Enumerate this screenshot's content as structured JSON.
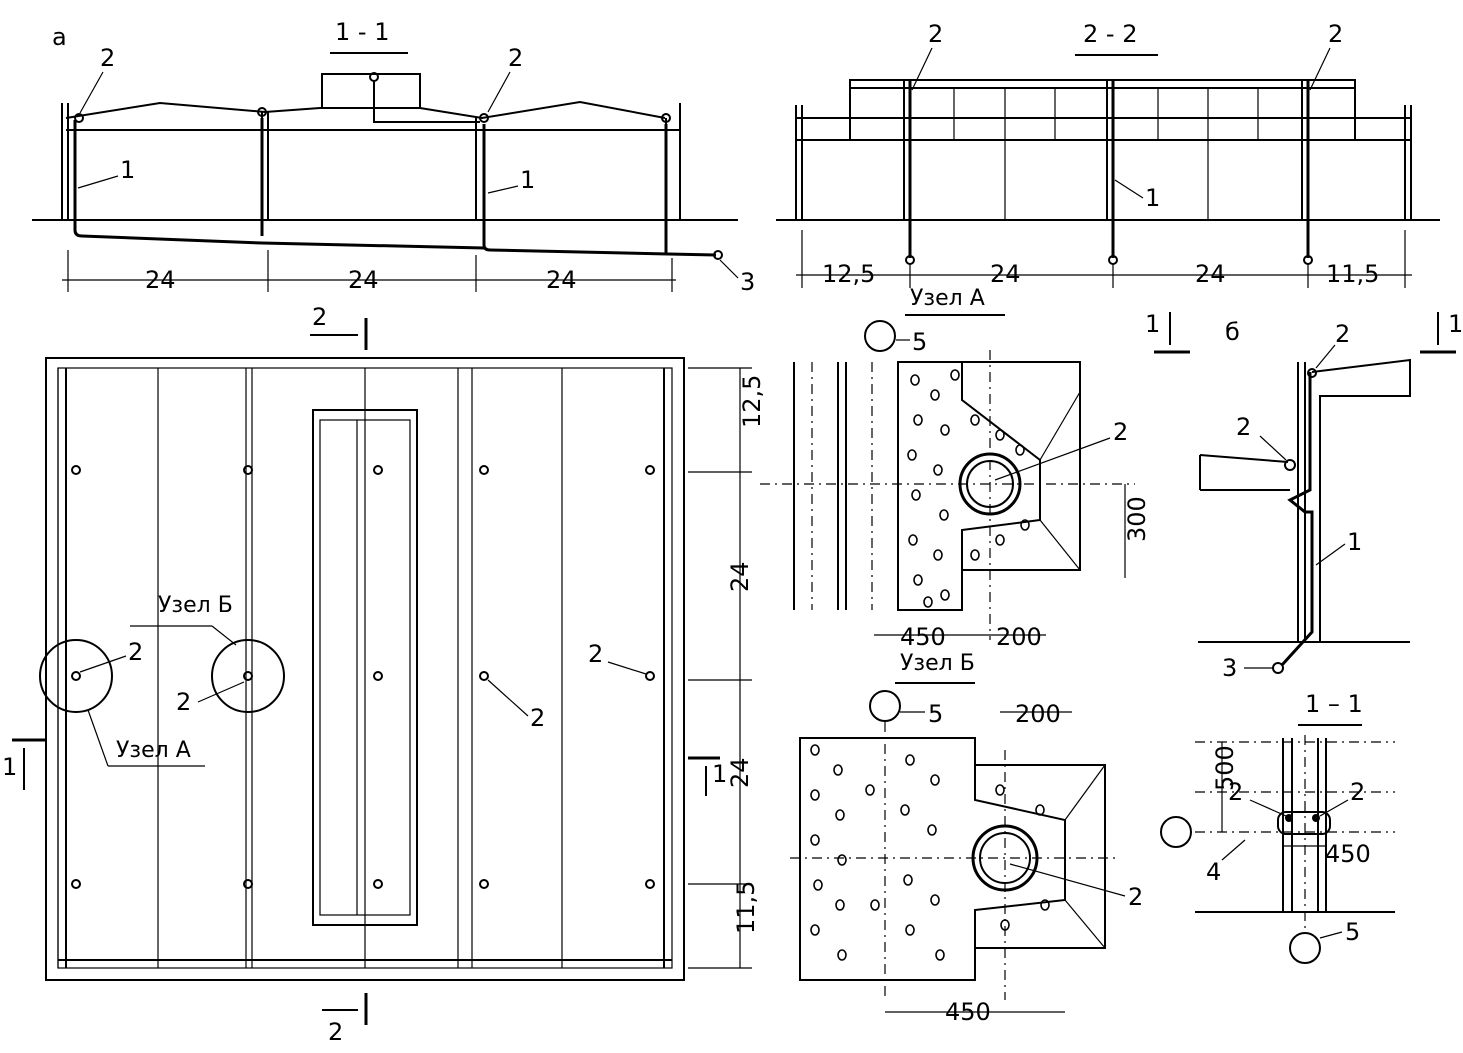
{
  "sections": {
    "a": {
      "view_letter": "а",
      "section_title": "1 - 1",
      "callouts": [
        "2",
        "2",
        "1",
        "1",
        "3"
      ],
      "dims": [
        "24",
        "24",
        "24"
      ]
    },
    "s22": {
      "section_title": "2 - 2",
      "callouts": [
        "2",
        "2",
        "1"
      ],
      "dims": [
        "12,5",
        "24",
        "24",
        "11,5"
      ]
    },
    "plan": {
      "cut_2": "2",
      "cut_1": "1",
      "callouts": [
        "2",
        "2",
        "2",
        "2"
      ],
      "node_a": "Узел А",
      "node_b": "Узел Б",
      "dims_v": [
        "12,5",
        "24",
        "24",
        "11,5"
      ]
    },
    "node_a": {
      "title": "Узел А",
      "callouts": [
        "5",
        "2"
      ],
      "dims": [
        "450",
        "200",
        "300"
      ]
    },
    "node_b": {
      "title": "Узел Б",
      "callouts": [
        "5",
        "2"
      ],
      "dims": [
        "200",
        "450"
      ]
    },
    "b": {
      "view_letter": "б",
      "cut_1": "1",
      "callouts": [
        "2",
        "2",
        "1",
        "3"
      ]
    },
    "s11b": {
      "section_title": "1 – 1",
      "callouts": [
        "2",
        "2",
        "4",
        "5"
      ],
      "dims": [
        "500",
        "450"
      ]
    }
  }
}
